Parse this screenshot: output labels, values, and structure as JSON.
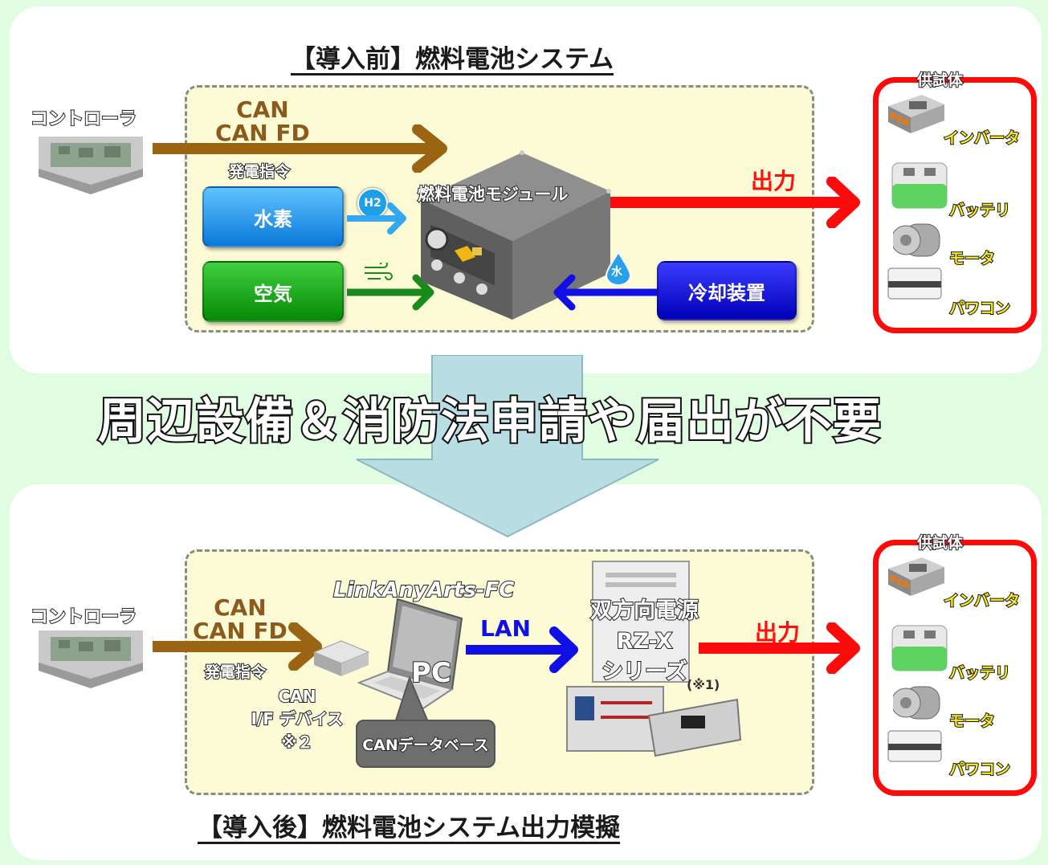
{
  "colors": {
    "background": "#e1fde1",
    "panel": "#ffffff",
    "area_fill": "#fdfbd6",
    "brown_arrow": "#9b6413",
    "red_arrow": "#ff0a0a",
    "blue_arrow": "#1010e6",
    "light_blue_arrow": "#33a8f0",
    "green_arrow": "#1a8a1a",
    "big_arrow": "#b8dde3"
  },
  "before": {
    "title": "【導入前】燃料電池システム",
    "controller_label": "コントローラ",
    "can_label_1": "CAN",
    "can_label_2": "CAN FD",
    "command_label": "発電指令",
    "hydrogen_button": "水素",
    "air_button": "空気",
    "h2_badge": "H2",
    "water_badge": "水",
    "module_label": "燃料電池モジュール",
    "cooling_button": "冷却装置",
    "output_label": "出力"
  },
  "middle_banner": "周辺設備＆消防法申請や届出が不要",
  "after": {
    "title": "【導入後】燃料電池システム出力模擬",
    "controller_label": "コントローラ",
    "can_label_1": "CAN",
    "can_label_2": "CAN FD",
    "command_label": "発電指令",
    "software_label": "LinkAnyArts-FC",
    "pc_label": "PC",
    "lan_label": "LAN",
    "power_supply_label_1": "双方向電源",
    "power_supply_label_2": "RZ-X",
    "power_supply_label_3": "シリーズ",
    "note_1": "(※1)",
    "can_if_1": "CAN",
    "can_if_2": "I/F デバイス",
    "can_if_3": "※２",
    "database_label": "CANデータベース",
    "output_label": "出力"
  },
  "dut": {
    "title": "供試体",
    "items": [
      "インバータ",
      "バッテリ",
      "モータ",
      "パワコン"
    ]
  }
}
